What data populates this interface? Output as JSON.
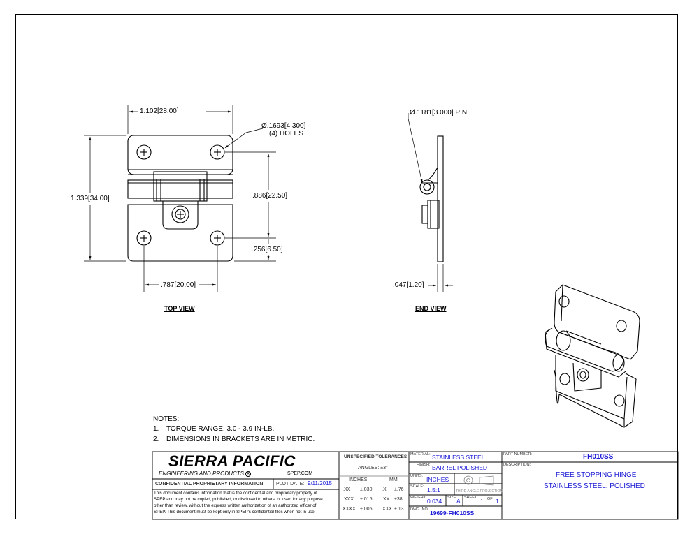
{
  "dims": {
    "top_width": "1.102[28.00]",
    "hole_dia_line1": "Ø.1693[4.300]",
    "hole_dia_line2": "(4) HOLES",
    "top_height": "1.339[34.00]",
    "hole_vspacing": ".886[22.50]",
    "hole_edge": ".256[6.50]",
    "hole_hspacing": ".787[20.00]",
    "pin_dia": "Ø.1181[3.000] PIN",
    "thickness": ".047[1.20]"
  },
  "views": {
    "top": "TOP VIEW",
    "end": "END VIEW"
  },
  "notes": {
    "title": "NOTES:",
    "items": [
      {
        "num": "1.",
        "text": "TORQUE RANGE: 3.0 - 3.9 IN-LB."
      },
      {
        "num": "2.",
        "text": "DIMENSIONS IN BRACKETS ARE IN METRIC."
      }
    ]
  },
  "title_block": {
    "company": "SIERRA PACIFIC",
    "company_sub": "ENGINEERING AND PRODUCTS",
    "website": "SPEP.COM",
    "confidential_title": "CONFIDENTIAL PROPRIETARY INFORMATION",
    "plot_date_label": "PLOT DATE:",
    "plot_date": "9/11/2015",
    "confidential_text": [
      "This document contains information that is the confidential and proprietary property of",
      "SPEP and may not be copied, published, or disclosed to others, or used for any purpose",
      "other than review, without the express written authorization of an authorized officer of",
      "SPEP. This document must be kept only in SPEP's confidential files when not in use."
    ],
    "tolerances": {
      "title": "UNSPECIFIED TOLERANCES",
      "angles": "ANGLES: ±3°",
      "inches_header": "INCHES",
      "mm_header": "MM",
      "rows": [
        {
          "in_fmt": ".XX",
          "in_val": "±.030",
          "mm_fmt": ".X",
          "mm_val": "±.76"
        },
        {
          "in_fmt": ".XXX",
          "in_val": "±.015",
          "mm_fmt": ".XX",
          "mm_val": "±38"
        },
        {
          "in_fmt": ".XXXX",
          "in_val": "±.005",
          "mm_fmt": ".XXX",
          "mm_val": "±.13"
        }
      ]
    },
    "material_label": "MATERIAL:",
    "material": "STAINLESS STEEL",
    "finish_label": "FINISH:",
    "finish": "BARREL POLISHED",
    "units_label": "UNITS:",
    "units": "INCHES",
    "scale_label": "SCALE:",
    "scale": "1.5:1",
    "projection": "THIRD ANGLE PROJECTION",
    "weight_label": "WEIGHT:",
    "weight": "0.034",
    "size_label": "SIZE",
    "size": "A",
    "sheet_label": "SHEET",
    "sheet": "1",
    "of_label": "OF",
    "of": "1",
    "dwg_label": "DWG. NO.",
    "dwg_no": "19699-FH010SS",
    "part_label": "PART NUMBER:",
    "part_number": "FH010SS",
    "desc_label": "DESCRIPTION:",
    "desc_line1": "FREE STOPPING HINGE",
    "desc_line2": "STAINLESS STEEL, POLISHED"
  }
}
